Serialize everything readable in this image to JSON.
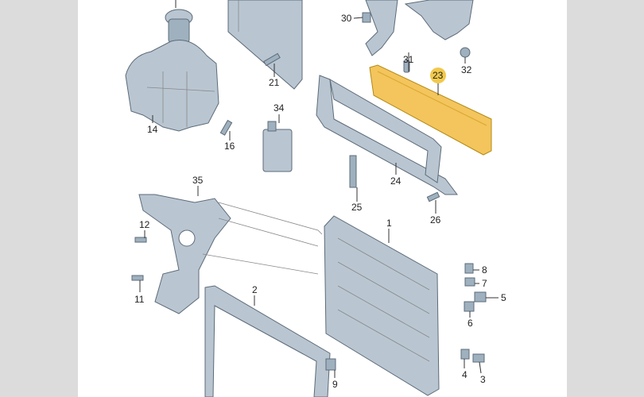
{
  "diagram": {
    "highlight_color": "#f2c94c",
    "highlighted_part": "23",
    "labels": {
      "p1": "1",
      "p2": "2",
      "p3": "3",
      "p4": "4",
      "p5": "5",
      "p6": "6",
      "p7": "7",
      "p8": "8",
      "p9": "9",
      "p11": "11",
      "p12": "12",
      "p14": "14",
      "p16": "16",
      "p21": "21",
      "p23": "23",
      "p24": "24",
      "p25": "25",
      "p26": "26",
      "p30": "30",
      "p31": "31",
      "p32": "32",
      "p34": "34",
      "p35": "35"
    }
  }
}
